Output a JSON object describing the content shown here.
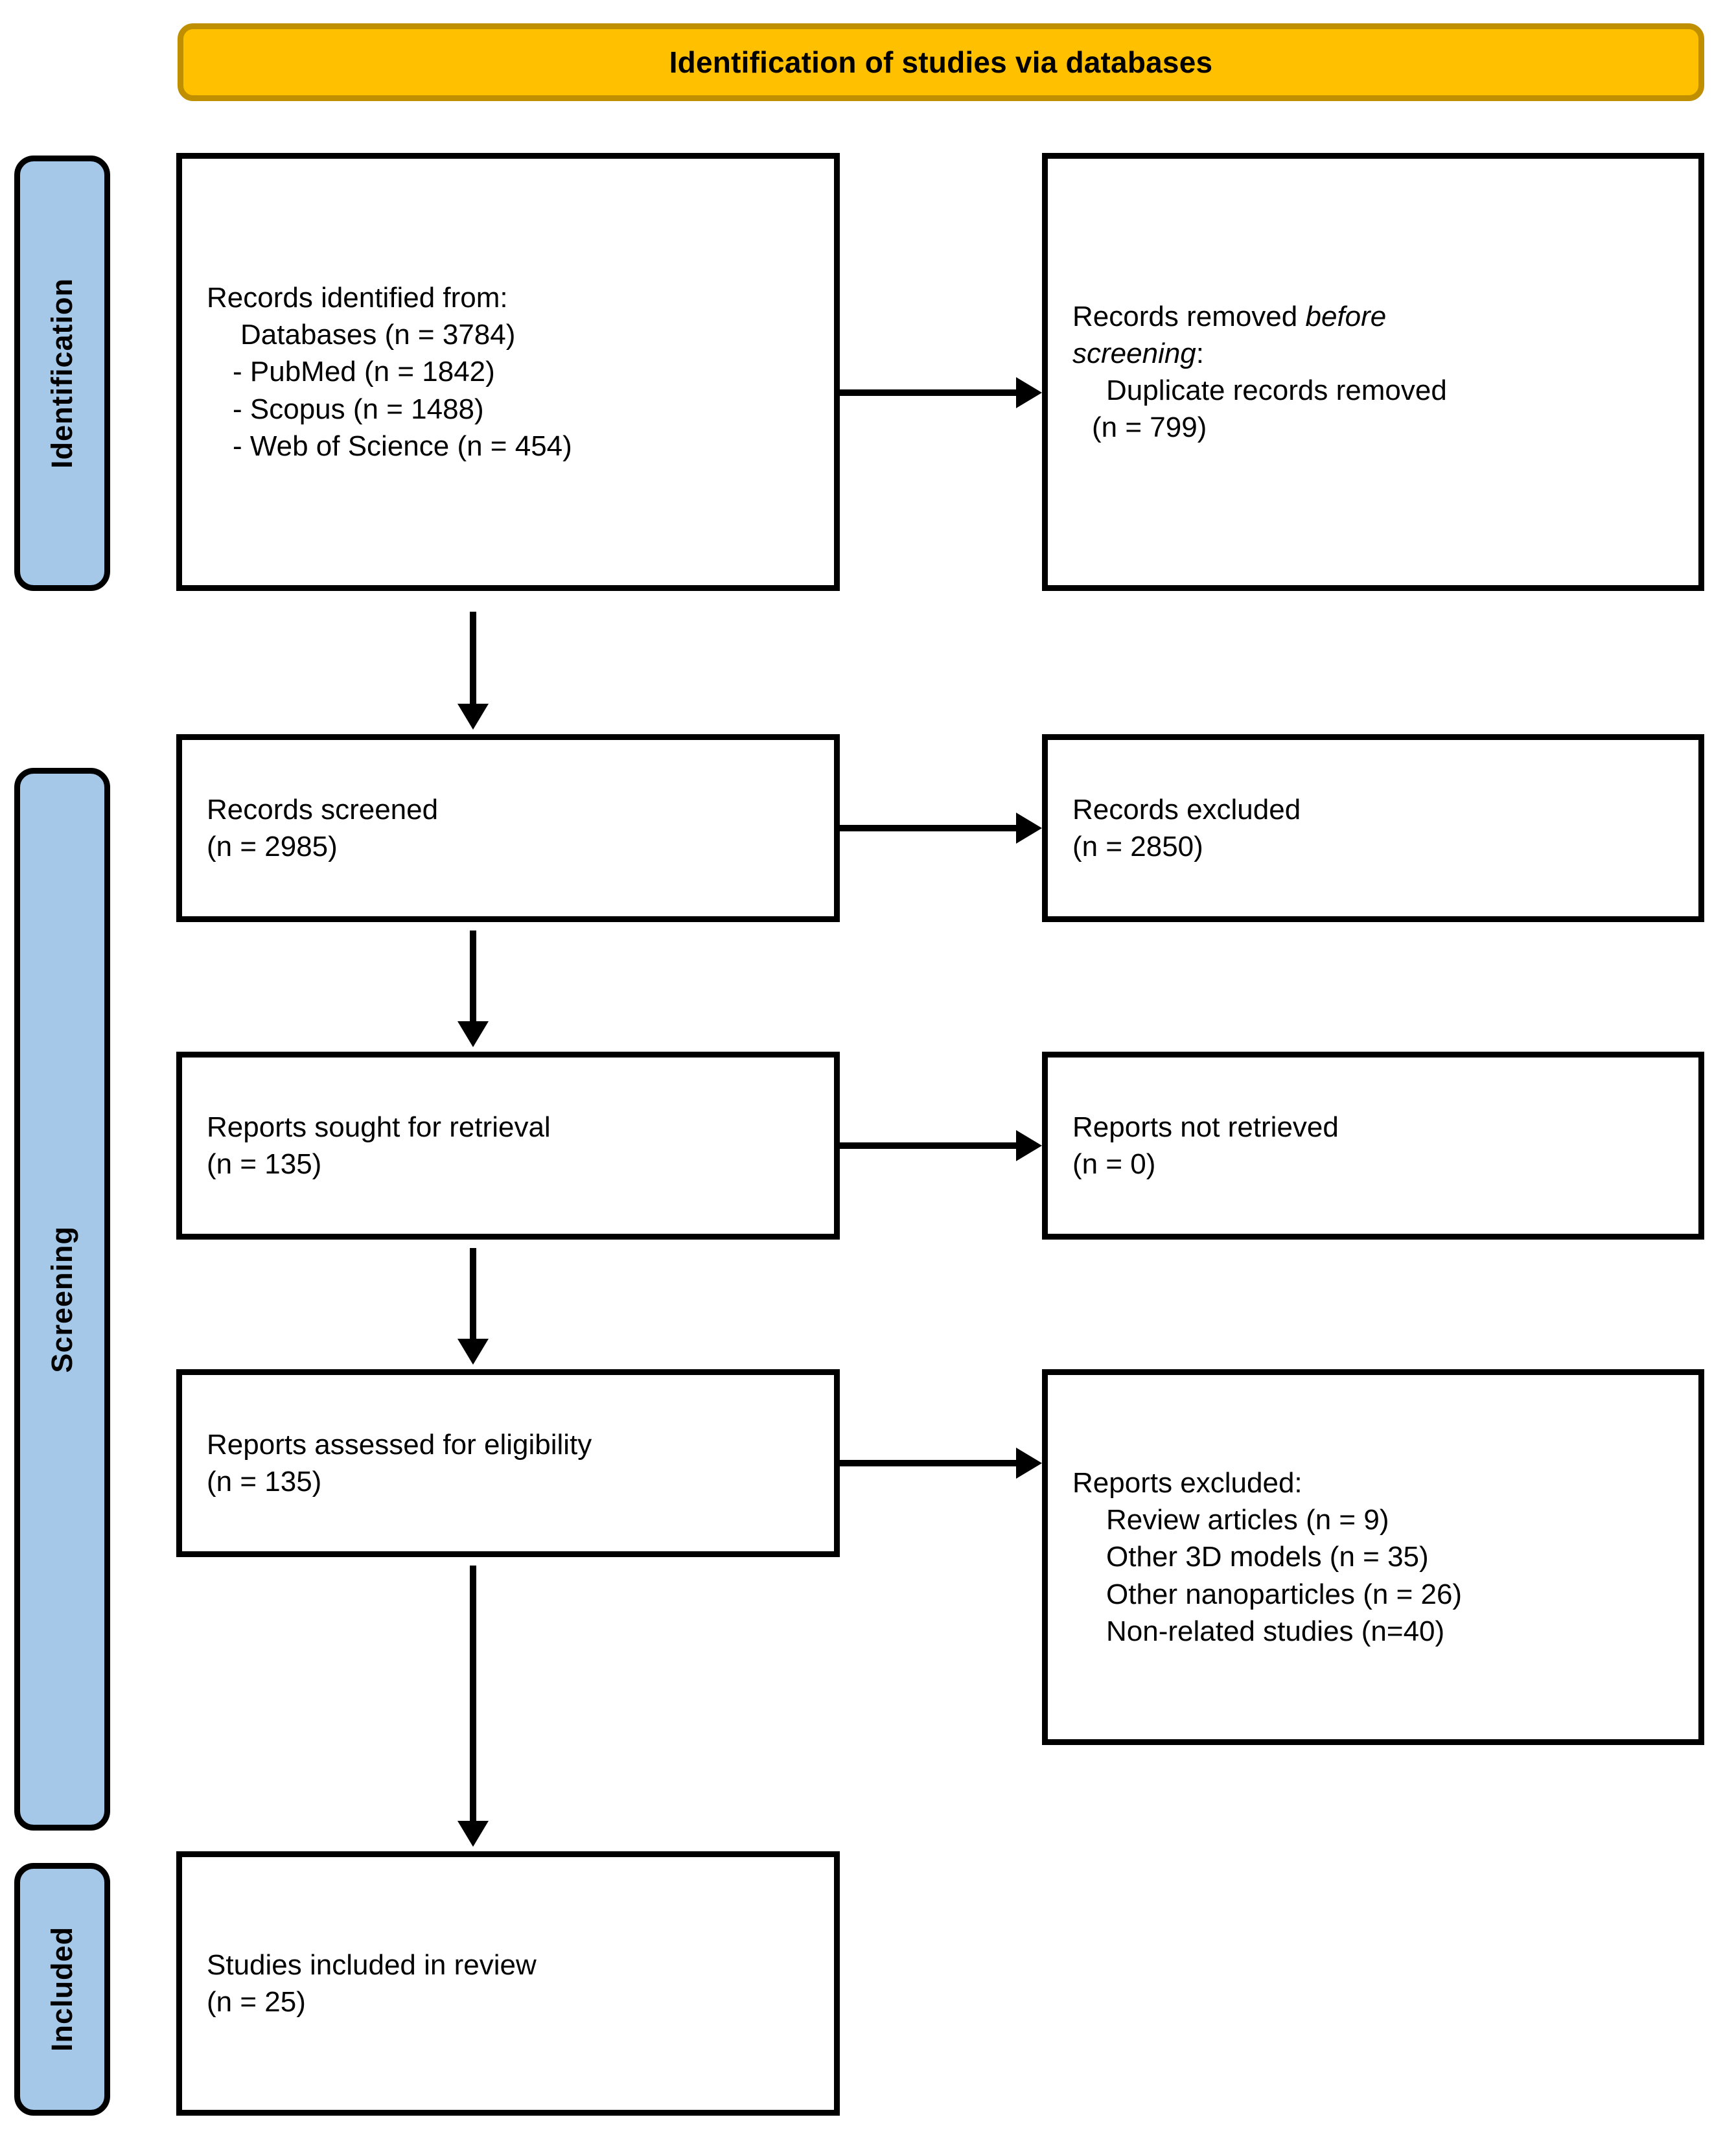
{
  "diagram": {
    "type": "prisma-flow-diagram",
    "header": {
      "title": "Identification of studies via databases",
      "fill_color": "#FFC000",
      "border_color": "#BF8F00"
    },
    "stages": [
      {
        "id": "identification",
        "label": "Identification",
        "fill_color": "#A5C8E8"
      },
      {
        "id": "screening",
        "label": "Screening",
        "fill_color": "#A5C8E8"
      },
      {
        "id": "included",
        "label": "Included",
        "fill_color": "#A5C8E8"
      }
    ],
    "boxes": {
      "identified": {
        "lines": [
          "Records identified from:",
          "Databases (n = 3784)",
          "- PubMed (n = 1842)",
          "- Scopus (n = 1488)",
          "- Web of Science (n = 454)"
        ]
      },
      "removed": {
        "line1_prefix": "Records removed ",
        "line1_italic": "before",
        "line2_italic": "screening",
        "line2_suffix": ":",
        "line3": "Duplicate records removed",
        "line4": "(n = 799)"
      },
      "screened": {
        "lines": [
          "Records screened",
          "(n = 2985)"
        ]
      },
      "excluded": {
        "lines": [
          "Records excluded",
          "(n = 2850)"
        ]
      },
      "sought": {
        "lines": [
          "Reports sought for retrieval",
          "(n = 135)"
        ]
      },
      "not_retrieved": {
        "lines": [
          "Reports not retrieved",
          "(n = 0)"
        ]
      },
      "assessed": {
        "lines": [
          "Reports assessed for eligibility",
          "(n = 135)"
        ]
      },
      "reports_excluded": {
        "heading": "Reports excluded:",
        "reasons": [
          "Review articles (n = 9)",
          "Other 3D models (n = 35)",
          "Other nanoparticles (n = 26)",
          "Non-related studies (n=40)"
        ]
      },
      "included": {
        "lines": [
          "Studies included in review",
          "(n = 25)"
        ]
      }
    },
    "counts": {
      "databases_total": 3784,
      "pubmed": 1842,
      "scopus": 1488,
      "web_of_science": 454,
      "duplicates_removed": 799,
      "records_screened": 2985,
      "records_excluded": 2850,
      "reports_sought": 135,
      "reports_not_retrieved": 0,
      "reports_assessed": 135,
      "excluded_review_articles": 9,
      "excluded_other_3d_models": 35,
      "excluded_other_nanoparticles": 26,
      "excluded_non_related": 40,
      "studies_included": 25
    }
  }
}
